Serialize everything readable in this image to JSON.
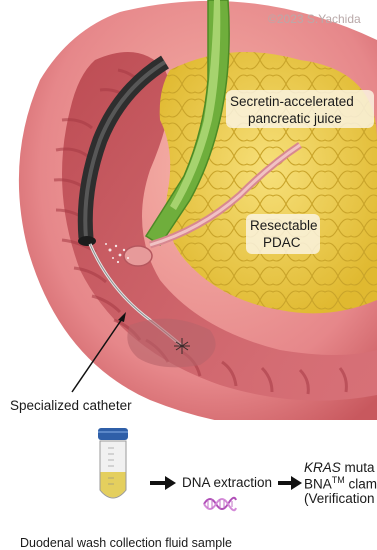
{
  "copyright": "©2023 S.Yachida",
  "labels": {
    "secretin": [
      "Secretin-accelerated",
      "pancreatic juice"
    ],
    "pdac": [
      "Resectable",
      "PDAC"
    ],
    "catheter": "Specialized catheter",
    "tube_caption": "Duodenal wash collection fluid sample",
    "dna_extraction": "DNA extraction",
    "kras_italic": "KRAS",
    "kras_rest": " muta",
    "bna_prefix": "BNA",
    "bna_sup": "TM",
    "bna_rest": " clam",
    "verification": "(Verification"
  },
  "colors": {
    "duodenum_outer": "#e8868a",
    "duodenum_inner": "#c9585e",
    "pancreas": "#f0d25a",
    "pancreas_line": "#c9a82a",
    "bile_duct": "#6fae3c",
    "endoscope": "#3d3d3d",
    "fluid": "#e4cf5e",
    "tube_cap": "#2f5fa8",
    "dna": "#b04fb8"
  }
}
